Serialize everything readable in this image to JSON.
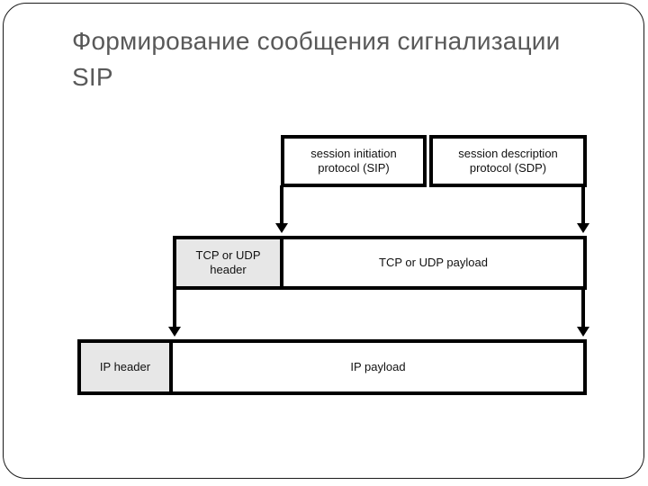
{
  "slide": {
    "title": "Формирование сообщения сигнализации SIP"
  },
  "diagram": {
    "application_layer": {
      "sip_box": "session initiation protocol (SIP)",
      "sdp_box": "session description protocol (SDP)"
    },
    "transport_layer": {
      "header_cell": "TCP or UDP header",
      "payload_cell": "TCP or UDP payload"
    },
    "network_layer": {
      "header_cell": "IP header",
      "payload_cell": "IP payload"
    }
  },
  "colors": {
    "title_text": "#595959",
    "diagram_border": "#000000",
    "header_cell_fill": "#e7e7e7",
    "slide_background": "#ffffff"
  }
}
